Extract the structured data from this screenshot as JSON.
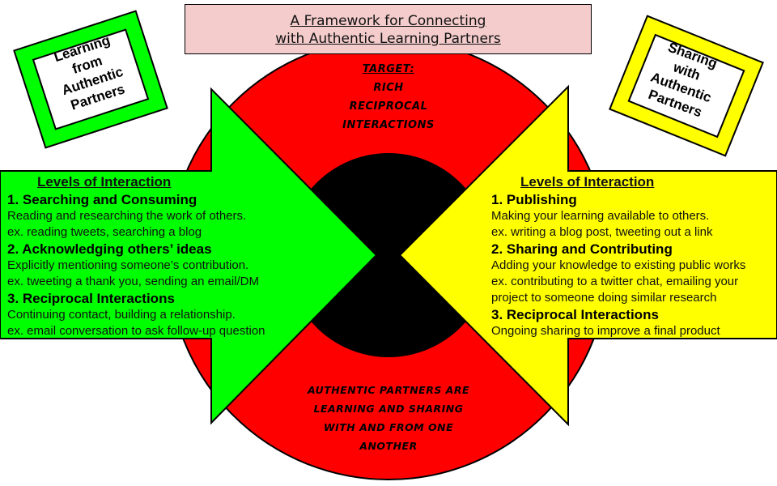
{
  "title": {
    "line1": "A Framework for Connecting",
    "line2": "with Authentic Learning Partners"
  },
  "colors": {
    "circle": "#ff0000",
    "center": "#000000",
    "learning_arrow": "#00ff00",
    "sharing_arrow": "#ffff00",
    "title_bg": "#f4cccc"
  },
  "center": {
    "target_label": "Target:",
    "target_lines": [
      "Rich",
      "Reciprocal",
      "Interactions"
    ],
    "bottom_lines": [
      "Authentic partners are",
      "learning and sharing",
      "with and from one",
      "another"
    ]
  },
  "learning": {
    "tag_lines": [
      "Learning",
      "from",
      "Authentic",
      "Partners"
    ],
    "header": "Levels of Interaction",
    "levels": [
      {
        "title": "1. Searching and Consuming",
        "lines": [
          "Reading and researching the work of others.",
          "ex. reading tweets, searching a blog"
        ]
      },
      {
        "title": "2. Acknowledging others’ ideas",
        "lines": [
          "Explicitly mentioning someone’s contribution.",
          "ex. tweeting a thank you, sending an email/DM"
        ]
      },
      {
        "title": "3. Reciprocal Interactions",
        "lines": [
          "Continuing contact, building a relationship.",
          "ex. email conversation to ask follow-up question"
        ]
      }
    ]
  },
  "sharing": {
    "tag_lines": [
      "Sharing",
      "with",
      "Authentic",
      "Partners"
    ],
    "header": "Levels of Interaction",
    "levels": [
      {
        "title": "1. Publishing",
        "lines": [
          "Making your learning available to others.",
          "ex. writing a blog post, tweeting out a link"
        ]
      },
      {
        "title": "2. Sharing and Contributing",
        "lines": [
          "Adding your knowledge to existing public works",
          "ex. contributing to a twitter chat, emailing your",
          "project to someone doing similar research"
        ]
      },
      {
        "title": "3. Reciprocal Interactions",
        "lines": [
          "Ongoing sharing to improve a final product"
        ]
      }
    ]
  }
}
